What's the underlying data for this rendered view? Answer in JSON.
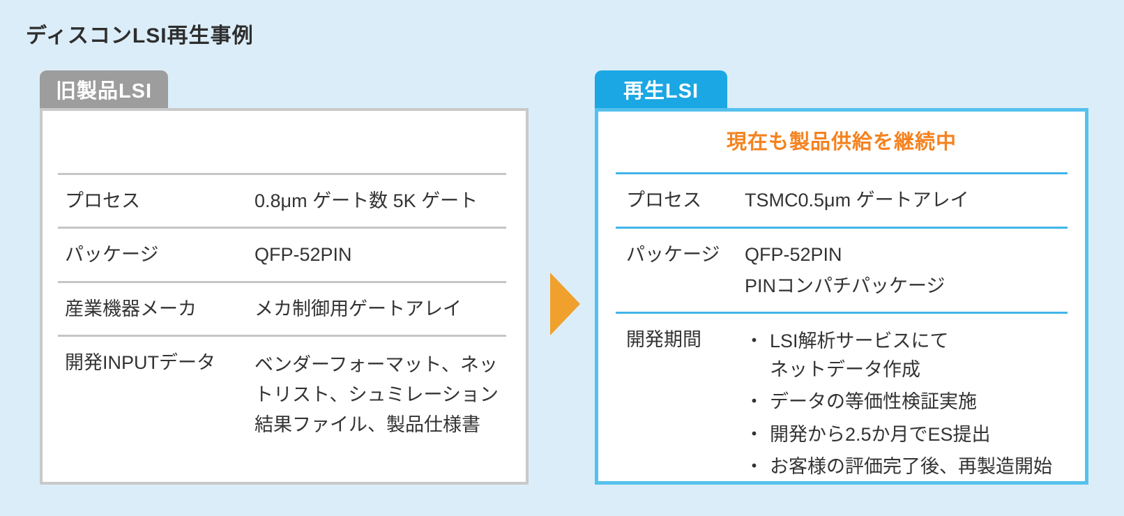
{
  "page": {
    "title": "ディスコンLSI再生事例"
  },
  "colors": {
    "background": "#DBEDF8",
    "old_tab_gray": "#9D9D9D",
    "old_border_gray": "#C9C9C9",
    "new_tab_blue": "#1BA7E3",
    "new_border_blue": "#55C1ED",
    "divider_blue": "#41B5E9",
    "headline_orange": "#F5821F",
    "arrow_orange": "#F0A02C",
    "body_text": "#333333"
  },
  "old_product": {
    "tab_label": "旧製品LSI",
    "rows": [
      {
        "label": "プロセス",
        "value": "0.8μm ゲート数 5K ゲート"
      },
      {
        "label": "パッケージ",
        "value": "QFP-52PIN"
      },
      {
        "label": "産業機器メーカ",
        "value": "メカ制御用ゲートアレイ"
      },
      {
        "label": "開発INPUTデータ",
        "value": "ベンダーフォーマット、ネットリスト、シュミレーション結果ファイル、製品仕様書"
      }
    ]
  },
  "arrow": {
    "direction": "right"
  },
  "new_product": {
    "tab_label": "再生LSI",
    "headline": "現在も製品供給を継続中",
    "bullet_char": "・",
    "rows": [
      {
        "label": "プロセス",
        "value": "TSMC0.5μm ゲートアレイ"
      },
      {
        "label": "パッケージ",
        "value_line1": "QFP-52PIN",
        "value_line2": "PINコンパチパッケージ"
      },
      {
        "label": "開発期間"
      }
    ],
    "dev_bullets": [
      {
        "text": "LSI解析サービスにて",
        "continuation": "ネットデータ作成"
      },
      {
        "text": "データの等価性検証実施"
      },
      {
        "text": "開発から2.5か月でES提出"
      },
      {
        "text": "お客様の評価完了後、再製造開始"
      }
    ]
  }
}
